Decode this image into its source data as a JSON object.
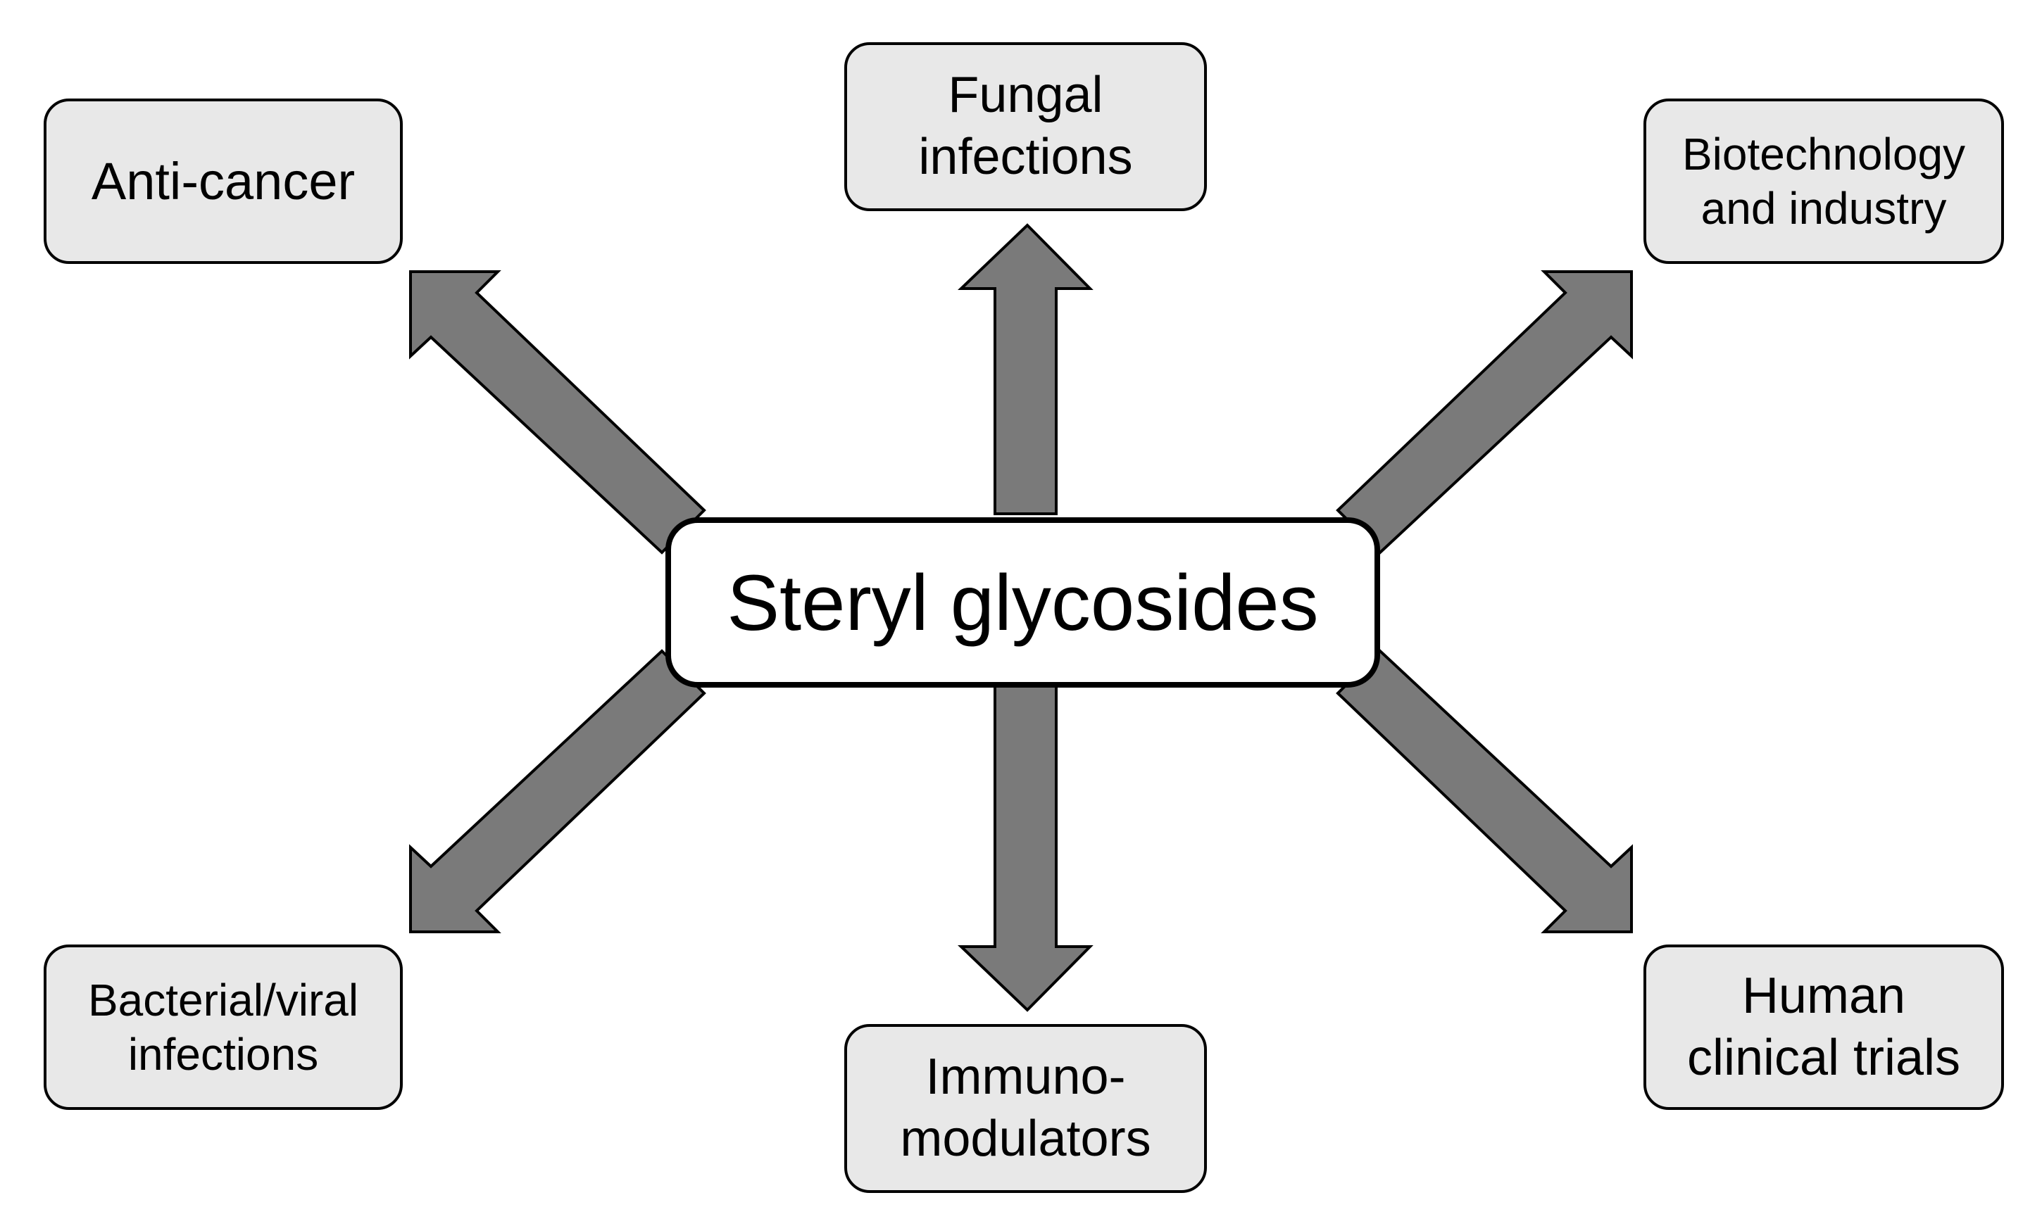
{
  "center": {
    "label": "Steryl glycosides"
  },
  "nodes": {
    "anti_cancer": {
      "label": "Anti-cancer"
    },
    "fungal_infections": {
      "label": "Fungal\ninfections"
    },
    "biotechnology_industry": {
      "label": "Biotechnology\nand industry"
    },
    "bacterial_viral_infections": {
      "label": "Bacterial/viral\ninfections"
    },
    "immunomodulators": {
      "label": "Immuno-\nmodulators"
    },
    "human_clinical_trials": {
      "label": "Human\nclinical trials"
    }
  },
  "colors": {
    "arrow_fill": "#7a7a7a",
    "outer_box_fill": "#e8e8e8",
    "center_box_fill": "#ffffff",
    "outline": "#000000"
  }
}
